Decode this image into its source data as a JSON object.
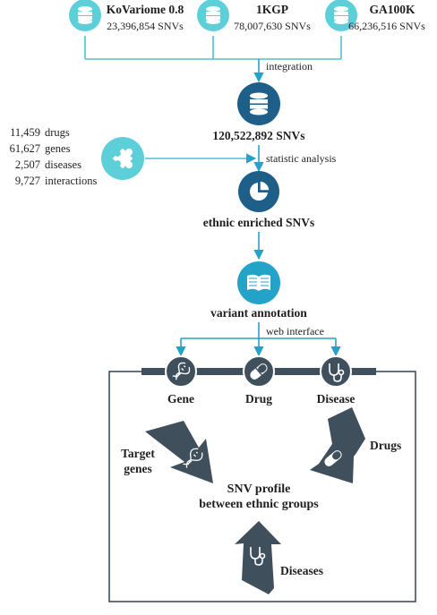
{
  "sources": [
    {
      "name": "KoVariome 0.8",
      "count": "23,396,854 SNVs",
      "icon": "database-icon"
    },
    {
      "name": "1KGP",
      "count": "78,007,630 SNVs",
      "icon": "database-icon"
    },
    {
      "name": "GA100K",
      "count": "66,236,516 SNVs",
      "icon": "database-icon"
    }
  ],
  "integration_label": "integration",
  "merged": {
    "count": "120,522,892 SNVs",
    "icon": "database-icon"
  },
  "drug_db": {
    "icon": "puzzle-icon",
    "stats": [
      {
        "value": "11,459",
        "label": "drugs"
      },
      {
        "value": "61,627",
        "label": "genes"
      },
      {
        "value": "2,507",
        "label": "diseases"
      },
      {
        "value": "9,727",
        "label": "interactions"
      }
    ]
  },
  "statistic_label": "statistic analysis",
  "enriched": {
    "label": "ethnic enriched SNVs",
    "icon": "pie-chart-icon"
  },
  "annotation": {
    "label": "variant annotation",
    "icon": "book-icon"
  },
  "web_label": "web interface",
  "tabs": [
    {
      "label": "Gene",
      "icon": "dna-icon"
    },
    {
      "label": "Drug",
      "icon": "pill-icon"
    },
    {
      "label": "Disease",
      "icon": "stethoscope-icon"
    }
  ],
  "arrows": {
    "target_genes": [
      "Target",
      "genes"
    ],
    "drugs": "Drugs",
    "diseases": "Diseases"
  },
  "center_label": [
    "SNV profile",
    "between ethnic groups"
  ],
  "colors": {
    "light_teal": "#5ccfd8",
    "dark_blue": "#1d5f88",
    "mid_teal": "#24a3c8",
    "line_teal": "#4fc1d2",
    "navy": "#1e3956",
    "slate": "#3f4f5c"
  }
}
